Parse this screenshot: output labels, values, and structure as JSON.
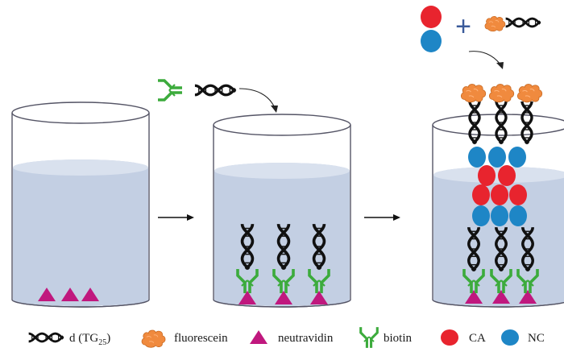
{
  "icons": {
    "dna": "dna-helix-icon",
    "fluorescein": "fluorescein-blob-icon",
    "neutravidin": "neutravidin-triangle-icon",
    "biotin": "biotin-y-icon",
    "ca": "ca-red-circle-icon",
    "nc": "nc-blue-circle-icon"
  },
  "colors": {
    "neutravidin": "#c0187e",
    "biotin": "#3cab3c",
    "ca": "#e8242e",
    "nc": "#1e86c6",
    "fluorescein": "#f08a3e",
    "liquid": "#c3cfe3",
    "dna": "#111111",
    "plus": "#3a5a9a"
  },
  "top": {
    "plus": "+"
  },
  "legend": {
    "dna_prefix": "d (TG",
    "dna_sub": "25",
    "dna_suffix": ")",
    "fluorescein": "fluorescein",
    "neutravidin": "neutravidin",
    "biotin": "biotin",
    "ca": "CA",
    "nc": "NC"
  }
}
